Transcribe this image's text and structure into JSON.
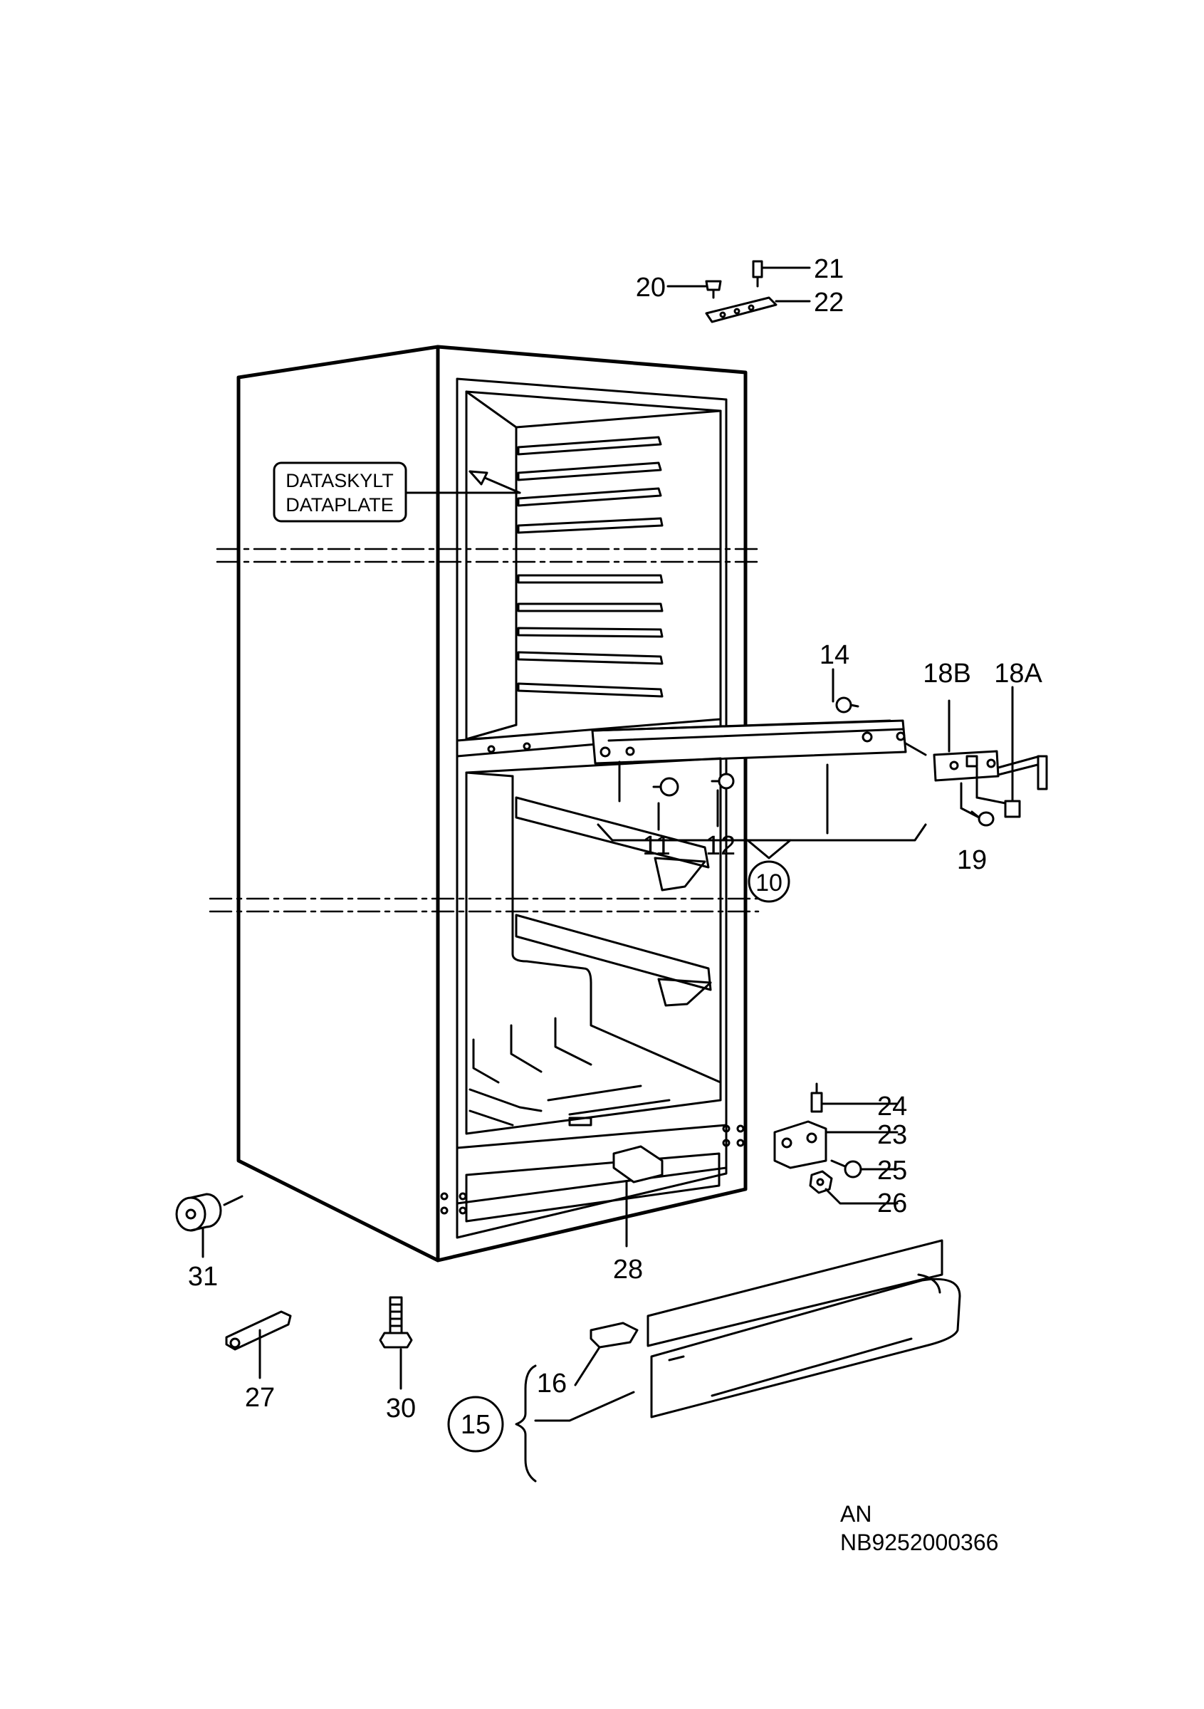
{
  "data_plate": {
    "line1": "DATASKYLT",
    "line2": "DATAPLATE"
  },
  "labels": {
    "p10": "10",
    "p11": "11",
    "p12": "12",
    "p14": "14",
    "p15": "15",
    "p16": "16",
    "p18A": "18A",
    "p18B": "18B",
    "p19": "19",
    "p20": "20",
    "p21": "21",
    "p22": "22",
    "p23": "23",
    "p24": "24",
    "p25": "25",
    "p26": "26",
    "p27": "27",
    "p28": "28",
    "p30": "30",
    "p31": "31"
  },
  "footer": {
    "code": "AN",
    "drawing_number": "NB9252000366"
  }
}
